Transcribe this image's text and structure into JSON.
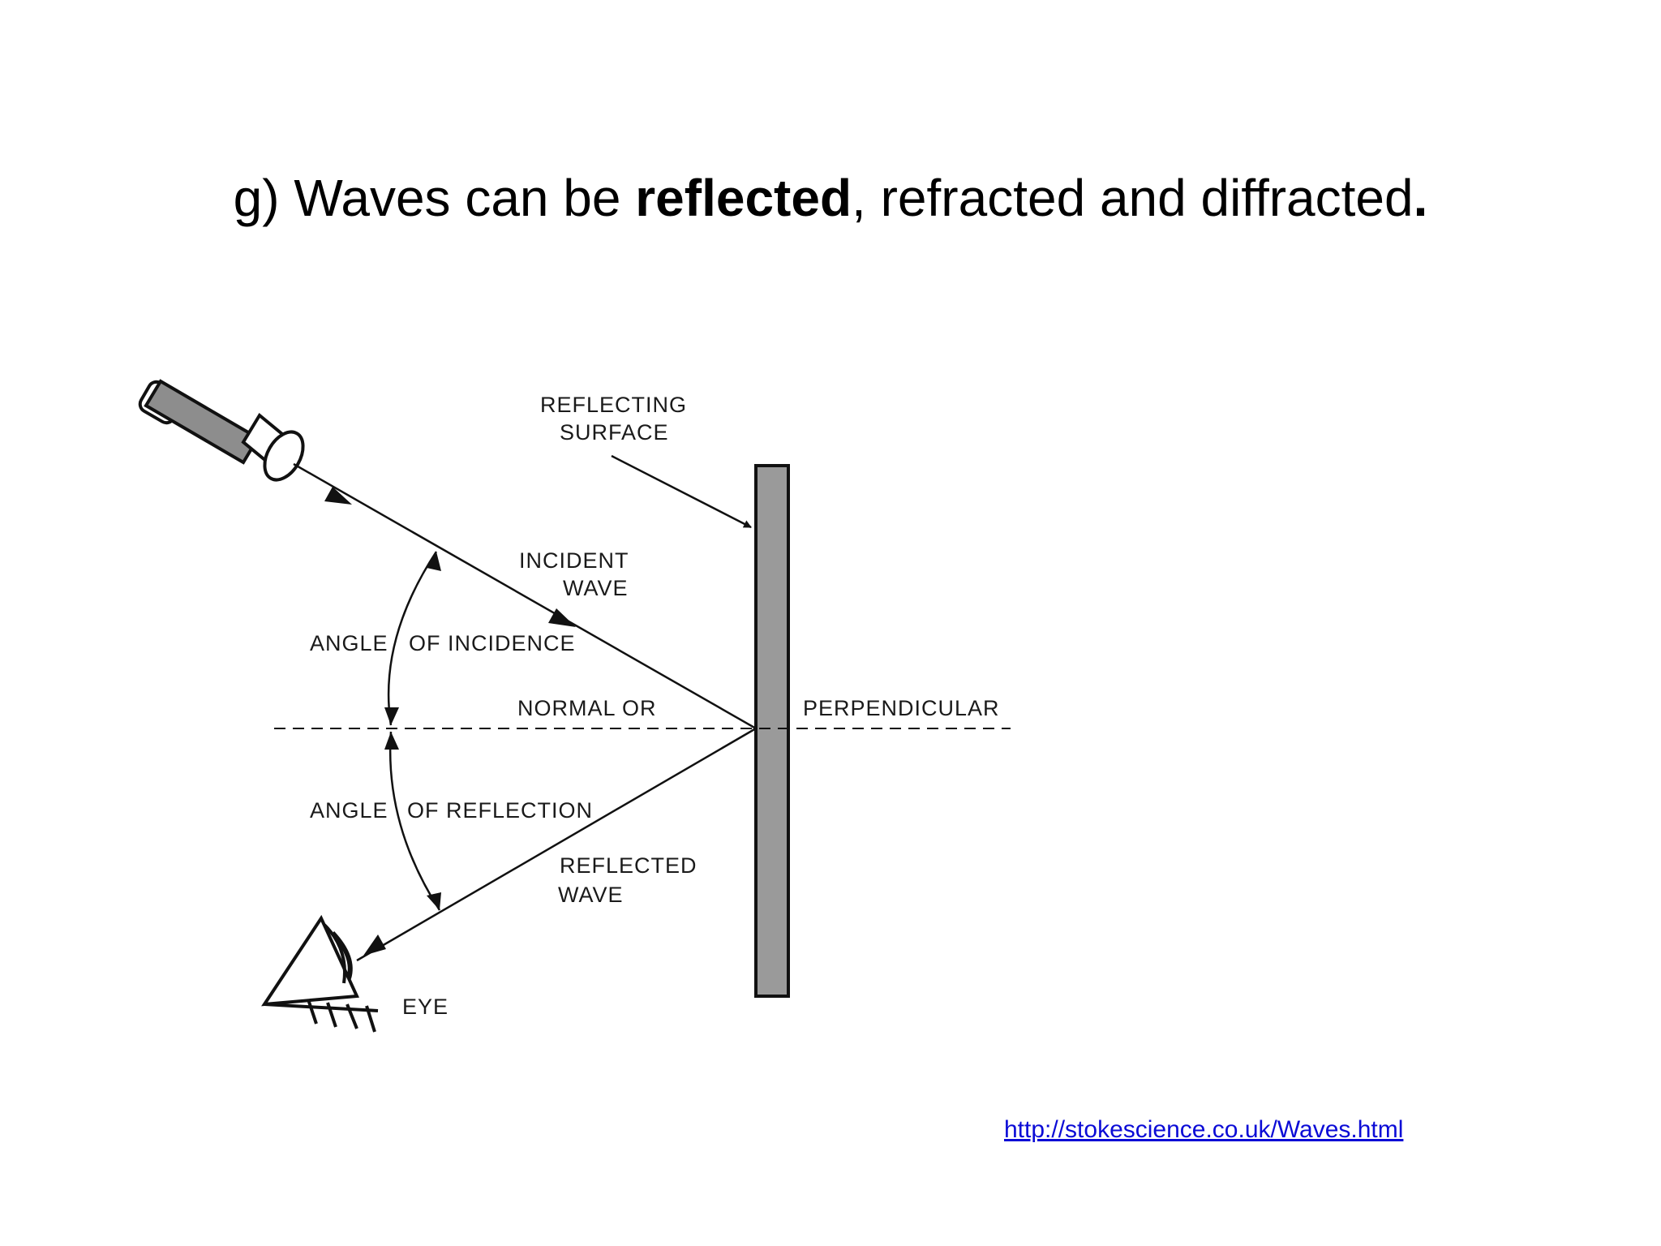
{
  "title": {
    "prefix": "g) Waves can be ",
    "emphasis": "reflected",
    "middle": ", refracted and diffracted",
    "end_punct": "."
  },
  "diagram": {
    "labels": {
      "reflecting_surface_line1": "REFLECTING",
      "reflecting_surface_line2": "SURFACE",
      "incident_wave_line1": "INCIDENT",
      "incident_wave_line2": "WAVE",
      "angle_incidence_a": "ANGLE",
      "angle_incidence_b": "OF INCIDENCE",
      "normal_or": "NORMAL OR",
      "perpendicular": "PERPENDICULAR",
      "angle_reflection_a": "ANGLE",
      "angle_reflection_b": "OF REFLECTION",
      "reflected_wave_line1": "REFLECTED",
      "reflected_wave_line2": "WAVE",
      "eye": "EYE"
    },
    "colors": {
      "surface_fill": "#9a9a9a",
      "line": "#111111"
    }
  },
  "source": {
    "link_text": "http://stokescience.co.uk/Waves.html"
  }
}
